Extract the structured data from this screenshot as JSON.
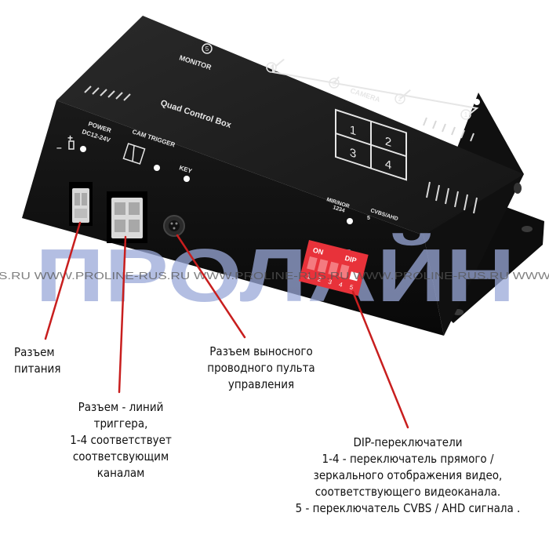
{
  "device": {
    "top_labels": {
      "monitor": "MONITOR",
      "camera": "CAMERA",
      "title": "Quad Control Box",
      "monitor_num": "5",
      "camera_nums": [
        "4",
        "3",
        "2",
        "1"
      ]
    },
    "quad_grid": [
      "1",
      "2",
      "3",
      "4"
    ],
    "front_labels": {
      "power_line1": "POWER",
      "power_line2": "DC12-24V",
      "polarity_plus": "+",
      "polarity_minus": "–",
      "cam_trigger": "CAM TRIGGER",
      "key": "KEY",
      "mir_nor": "MIR/NOR",
      "mir_nor_nums": "1234",
      "cvbs_ahd": "CVBS/AHD",
      "cvbs_num": "5",
      "dip_on": "ON",
      "dip_label": "DIP",
      "dip_switch_nums": [
        "1",
        "2",
        "3",
        "4",
        "5"
      ]
    }
  },
  "watermark": {
    "brand": "ПРОЛАЙН",
    "url_strip": "S.RU  WWW.PROLINE-RUS.RU  WWW.PROLINE-RUS.RU  WWW.PROLINE-RUS.RU  WWW"
  },
  "callouts": {
    "power": [
      "Разъем",
      "питания"
    ],
    "trigger": [
      "Разъем - линий",
      "триггера,",
      "1-4 соответствует",
      "соответсвующим",
      "каналам"
    ],
    "remote": [
      "Разъем выносного",
      "проводного пульта",
      "управления"
    ],
    "dip": [
      "DIP-переключатели",
      "1-4 - переключатель прямого /",
      "зеркального отображения видео,",
      "соответствующего видеоканала.",
      "5 - переключатель CVBS / AHD сигнала ."
    ]
  },
  "colors": {
    "box_top": "#1c1c1c",
    "box_front": "#111111",
    "dip_red": "#e8323a",
    "pointer_red": "#c81e1e",
    "watermark_blue": "#9aa8d8"
  }
}
